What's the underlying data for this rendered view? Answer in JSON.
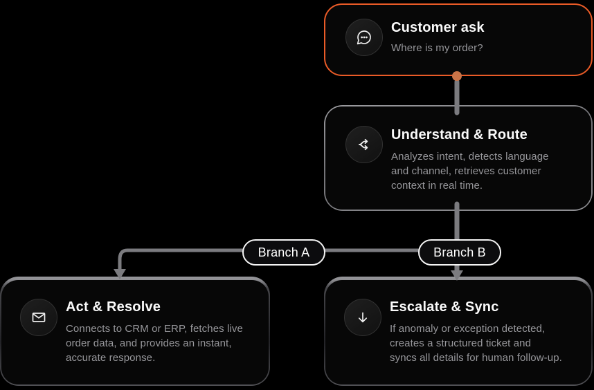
{
  "diagram": {
    "nodes": [
      {
        "id": "customer-ask",
        "title": "Customer ask",
        "description": "Where is my order?",
        "icon": "chat-bubble-icon",
        "accent": true
      },
      {
        "id": "understand-route",
        "title": "Understand & Route",
        "description": "Analyzes intent, detects language\nand channel, retrieves customer\ncontext in real time.",
        "icon": "split-route-icon"
      },
      {
        "id": "act-resolve",
        "title": "Act & Resolve",
        "description": "Connects to CRM or ERP, fetches live\norder data, and provides an instant,\naccurate response.",
        "icon": "mail-icon"
      },
      {
        "id": "escalate-sync",
        "title": "Escalate & Sync",
        "description": "If anomaly or exception detected,\ncreates a structured ticket and\nsyncs all details for human follow-up.",
        "icon": "arrow-down-icon"
      }
    ],
    "edges": [
      {
        "from": "customer-ask",
        "to": "understand-route",
        "label": ""
      },
      {
        "from": "understand-route",
        "to": "act-resolve",
        "label": "Branch A"
      },
      {
        "from": "understand-route",
        "to": "escalate-sync",
        "label": "Branch B"
      }
    ],
    "colors": {
      "page_background": "#000000",
      "card_background": "#070707",
      "accent_orange": "#ea5b27",
      "orange_dot": "#c97448",
      "connector_gray": "#7b7b7f",
      "title_text": "#fafafa",
      "description_text": "#97979b",
      "pill_border": "#f5f5f5"
    }
  }
}
